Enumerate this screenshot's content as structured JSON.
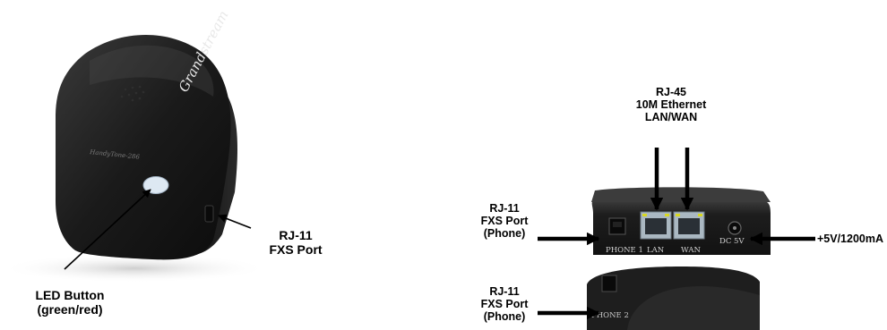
{
  "device": {
    "brand": "Grandstream",
    "model": "HandyTone-286"
  },
  "ports": {
    "phone1": "PHONE 1",
    "lan": "LAN",
    "wan": "WAN",
    "dc": "DC 5V",
    "phone2": "PHONE 2"
  },
  "labels": {
    "led": [
      "LED Button",
      "(green/red)"
    ],
    "side_port": [
      "RJ-11",
      "FXS Port"
    ],
    "rj45": [
      "RJ-45",
      "10M Ethernet",
      "LAN/WAN"
    ],
    "phone1": [
      "RJ-11",
      "FXS Port",
      "(Phone)"
    ],
    "power": "+5V/1200mA",
    "phone2": [
      "RJ-11",
      "FXS Port",
      "(Phone)"
    ]
  },
  "colors": {
    "device_body": "#1c1c1c",
    "led": "#dde8f2",
    "port_led": "#d8d820"
  }
}
